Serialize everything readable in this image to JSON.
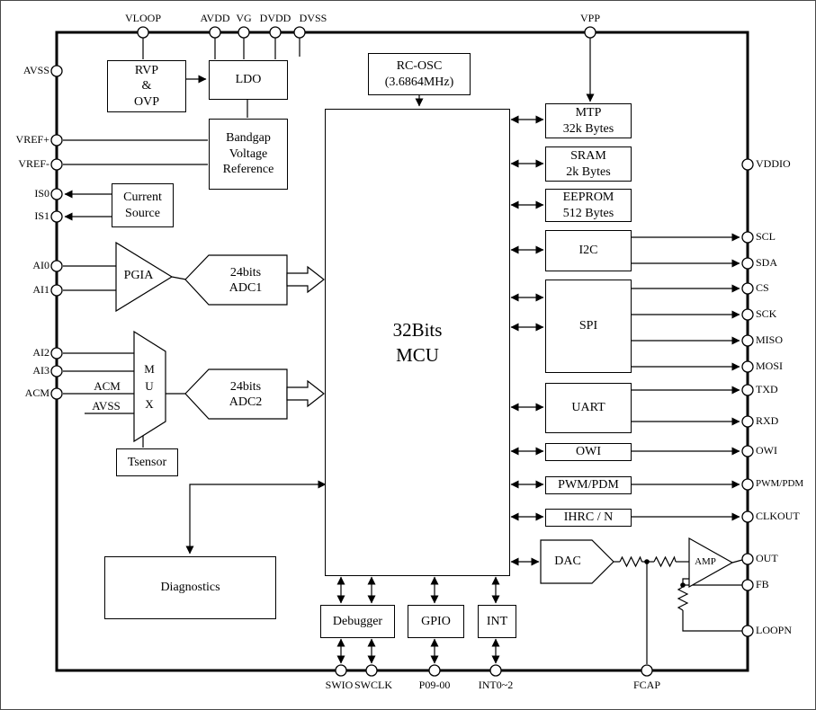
{
  "blocks": {
    "rvp_ovp": "RVP\n&\nOVP",
    "ldo": "LDO",
    "rc_osc": "RC-OSC\n(3.6864MHz)",
    "bandgap": "Bandgap\nVoltage\nReference",
    "current_source": "Current\nSource",
    "pgia": "PGIA",
    "adc1": "24bits\nADC1",
    "mux": "M\nU\nX",
    "adc2": "24bits\nADC2",
    "tsensor": "Tsensor",
    "diagnostics": "Diagnostics",
    "mcu": "32Bits\nMCU",
    "mtp": "MTP\n32k Bytes",
    "sram": "SRAM\n2k Bytes",
    "eeprom": "EEPROM\n512 Bytes",
    "i2c": "I2C",
    "spi": "SPI",
    "uart": "UART",
    "owi": "OWI",
    "pwm_pdm": "PWM/PDM",
    "ihrc": "IHRC / N",
    "dac": "DAC",
    "amp": "AMP",
    "debugger": "Debugger",
    "gpio": "GPIO",
    "int": "INT"
  },
  "nets": {
    "acm": "ACM",
    "avss": "AVSS"
  },
  "pins": {
    "top": [
      "VLOOP",
      "AVDD",
      "VG",
      "DVDD",
      "DVSS",
      "VPP"
    ],
    "left": [
      "AVSS",
      "VREF+",
      "VREF-",
      "IS0",
      "IS1",
      "AI0",
      "AI1",
      "AI2",
      "AI3",
      "ACM"
    ],
    "right": [
      "VDDIO",
      "SCL",
      "SDA",
      "CS",
      "SCK",
      "MISO",
      "MOSI",
      "TXD",
      "RXD",
      "OWI",
      "PWM/PDM",
      "CLKOUT",
      "OUT",
      "FB",
      "LOOPN"
    ],
    "bottom": [
      "SWIO",
      "SWCLK",
      "P09-00",
      "INT0~2",
      "FCAP"
    ]
  }
}
